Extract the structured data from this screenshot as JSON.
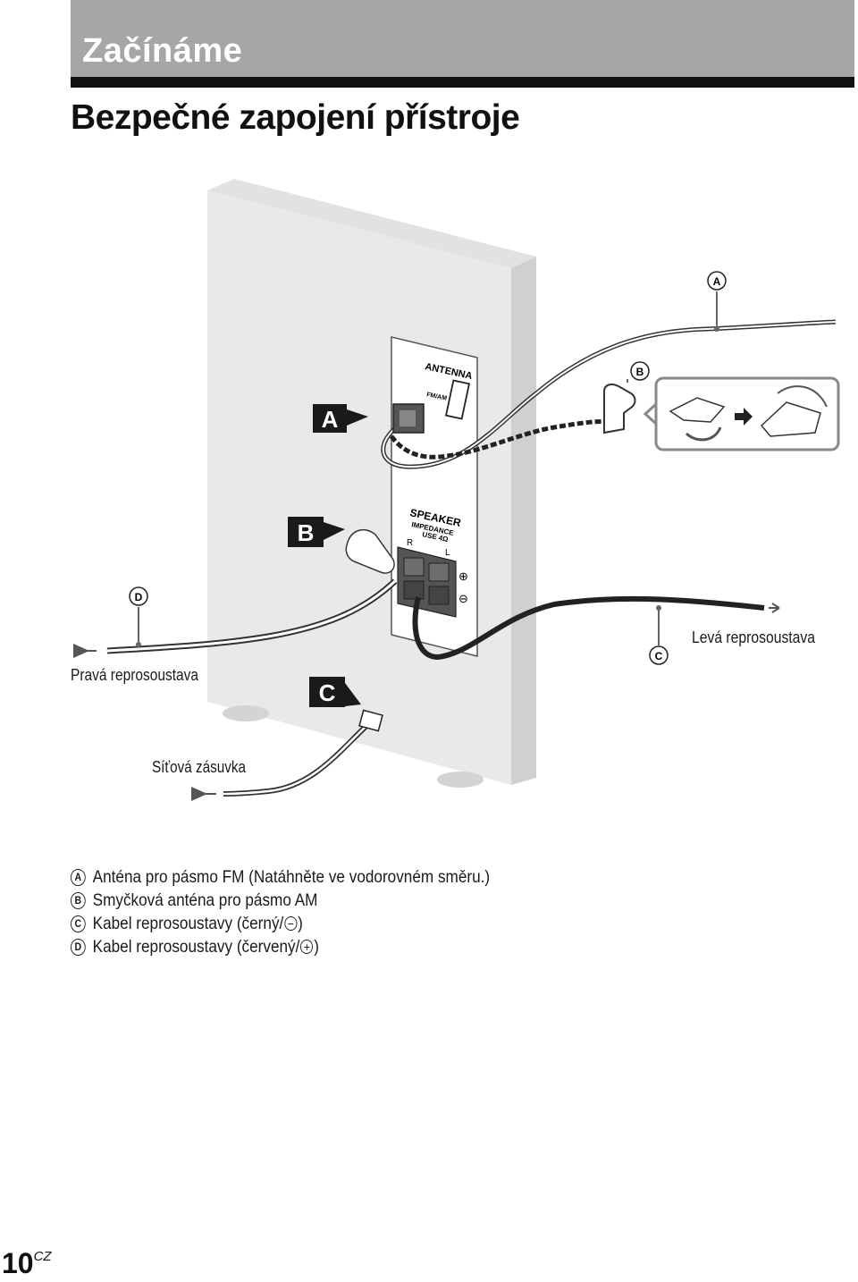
{
  "header": {
    "section_title": "Začínáme",
    "page_title": "Bezpečné zapojení přístroje"
  },
  "diagram": {
    "panel_antenna": "ANTENNA",
    "panel_fm_am": "FM/AM",
    "panel_speaker": "SPEAKER",
    "panel_impedance": "IMPEDANCE",
    "panel_use": "USE 4Ω",
    "panel_r": "R",
    "panel_l": "L",
    "panel_plus": "⊕",
    "panel_minus": "⊖",
    "step_a": "A",
    "step_b": "B",
    "step_c": "C",
    "callout_a": "A",
    "callout_b": "B",
    "callout_c": "C",
    "callout_d": "D",
    "label_right_speaker": "Pravá reprosoustava",
    "label_left_speaker": "Levá reprosoustava",
    "label_outlet": "Síťová zásuvka"
  },
  "legend": [
    {
      "key": "A",
      "text": "Anténa pro pásmo FM (Natáhněte ve vodorovném směru.)"
    },
    {
      "key": "B",
      "text": "Smyčková anténa pro pásmo AM"
    },
    {
      "key": "C",
      "text": "Kabel reprosoustavy (černý/",
      "symbol": "−",
      "tail": ")"
    },
    {
      "key": "D",
      "text": "Kabel reprosoustavy (červený/",
      "symbol": "+",
      "tail": ")"
    }
  ],
  "footer": {
    "page_number": "10",
    "language_code": "CZ"
  }
}
